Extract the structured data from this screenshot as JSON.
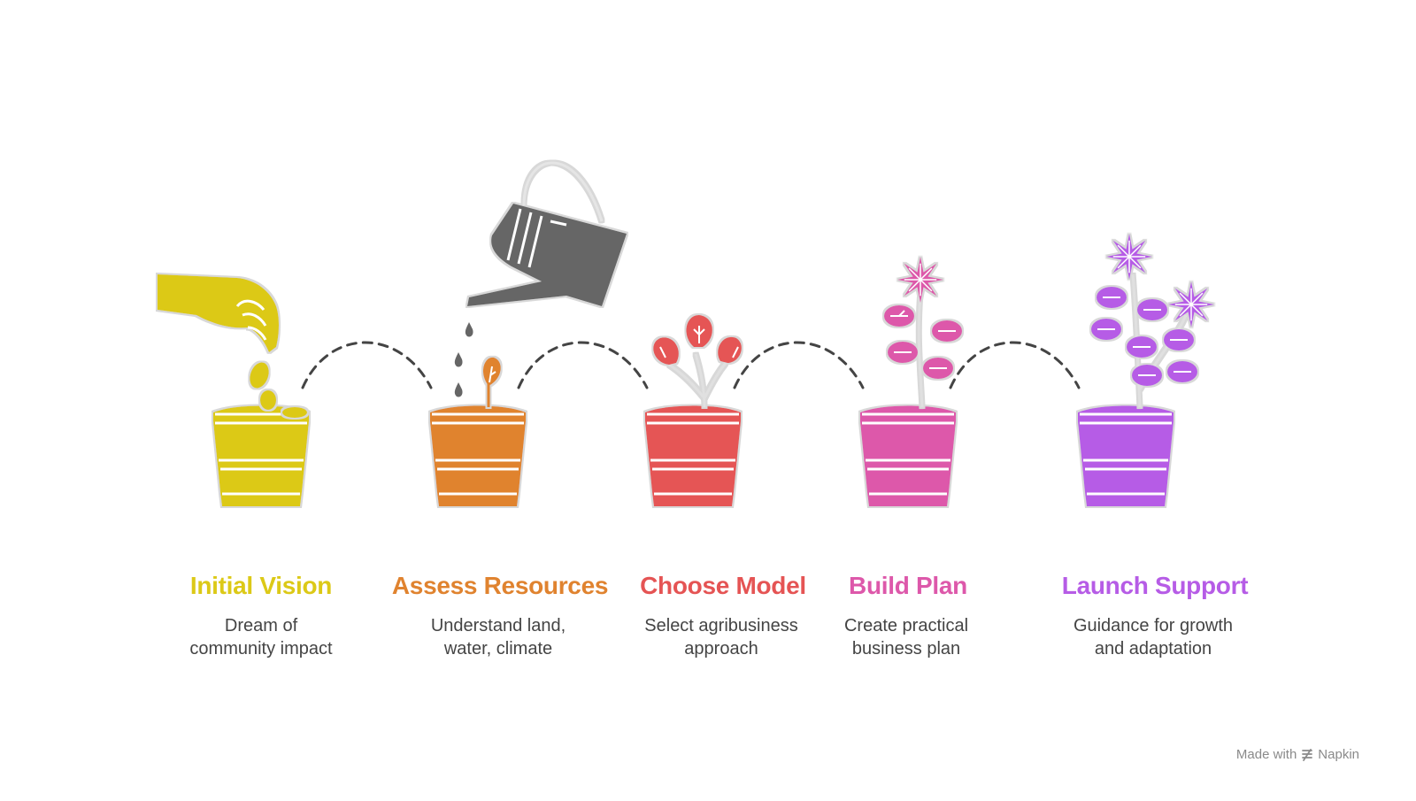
{
  "steps": [
    {
      "title": "Initial Vision",
      "desc": [
        "Dream of",
        "community impact"
      ],
      "color": "#DCC917"
    },
    {
      "title": "Assess Resources",
      "desc": [
        "Understand land,",
        "water, climate"
      ],
      "color": "#E0832F"
    },
    {
      "title": "Choose Model",
      "desc": [
        "Select agribusiness",
        "approach"
      ],
      "color": "#E55454"
    },
    {
      "title": "Build Plan",
      "desc": [
        "Create practical",
        "business plan"
      ],
      "color": "#DD58AA"
    },
    {
      "title": "Launch Support",
      "desc": [
        "Guidance for growth",
        "and adaptation"
      ],
      "color": "#B65CE6"
    }
  ],
  "icons": [
    "hand-icon",
    "seed-icon",
    "watering-can-icon",
    "water-drop-icon",
    "sprout-icon",
    "leaf-icon",
    "flower-icon",
    "pot-icon"
  ],
  "colors": {
    "watering_can": "#666666",
    "connector": "#444444",
    "description_text": "#444444"
  },
  "footer": {
    "prefix": "Made with",
    "brand": "Napkin"
  }
}
